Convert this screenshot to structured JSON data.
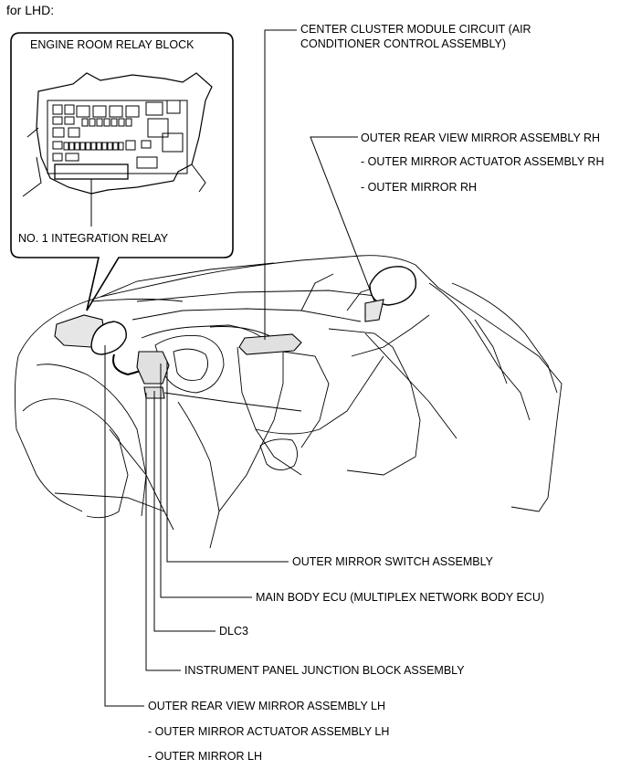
{
  "header": "for LHD:",
  "inset": {
    "title": "ENGINE ROOM RELAY BLOCK",
    "caption": "NO. 1 INTEGRATION RELAY"
  },
  "labels": {
    "center_cluster_1": "CENTER CLUSTER MODULE CIRCUIT (AIR",
    "center_cluster_2": "CONDITIONER CONTROL ASSEMBLY)",
    "mirror_rh": "OUTER REAR VIEW MIRROR ASSEMBLY RH",
    "mirror_rh_actuator": "- OUTER MIRROR ACTUATOR ASSEMBLY RH",
    "mirror_rh_mirror": "- OUTER MIRROR RH",
    "mirror_switch": "OUTER MIRROR SWITCH ASSEMBLY",
    "main_body_ecu": "MAIN BODY ECU (MULTIPLEX NETWORK BODY ECU)",
    "dlc3": "DLC3",
    "ip_junction": "INSTRUMENT PANEL JUNCTION BLOCK ASSEMBLY",
    "mirror_lh": "OUTER REAR VIEW MIRROR ASSEMBLY LH",
    "mirror_lh_actuator": "- OUTER MIRROR ACTUATOR ASSEMBLY LH",
    "mirror_lh_mirror": "- OUTER MIRROR LH"
  }
}
